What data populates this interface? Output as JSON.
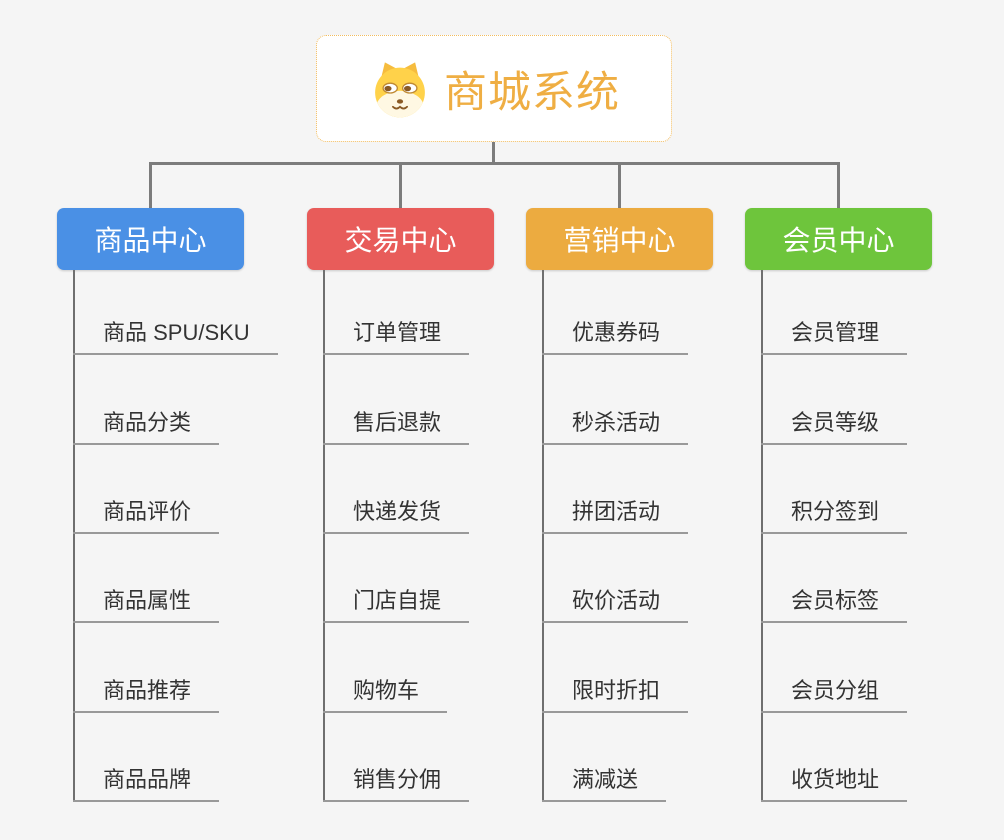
{
  "root": {
    "title": "商城系统",
    "icon": "dog-face-icon"
  },
  "branches": [
    {
      "label": "商品中心",
      "color": "#4a90e5",
      "items": [
        "商品 SPU/SKU",
        "商品分类",
        "商品评价",
        "商品属性",
        "商品推荐",
        "商品品牌"
      ]
    },
    {
      "label": "交易中心",
      "color": "#e85c5a",
      "items": [
        "订单管理",
        "售后退款",
        "快递发货",
        "门店自提",
        "购物车",
        "销售分佣"
      ]
    },
    {
      "label": "营销中心",
      "color": "#ecab40",
      "items": [
        "优惠券码",
        "秒杀活动",
        "拼团活动",
        "砍价活动",
        "限时折扣",
        "满减送"
      ]
    },
    {
      "label": "会员中心",
      "color": "#6ec53c",
      "items": [
        "会员管理",
        "会员等级",
        "积分签到",
        "会员标签",
        "会员分组",
        "收货地址"
      ]
    }
  ],
  "colors": {
    "background": "#f5f5f5",
    "connector": "#7c7c7c",
    "spine": "#6f6f6f",
    "underline": "#999999",
    "root_text": "#efae43",
    "root_border": "#f2bc5e"
  }
}
